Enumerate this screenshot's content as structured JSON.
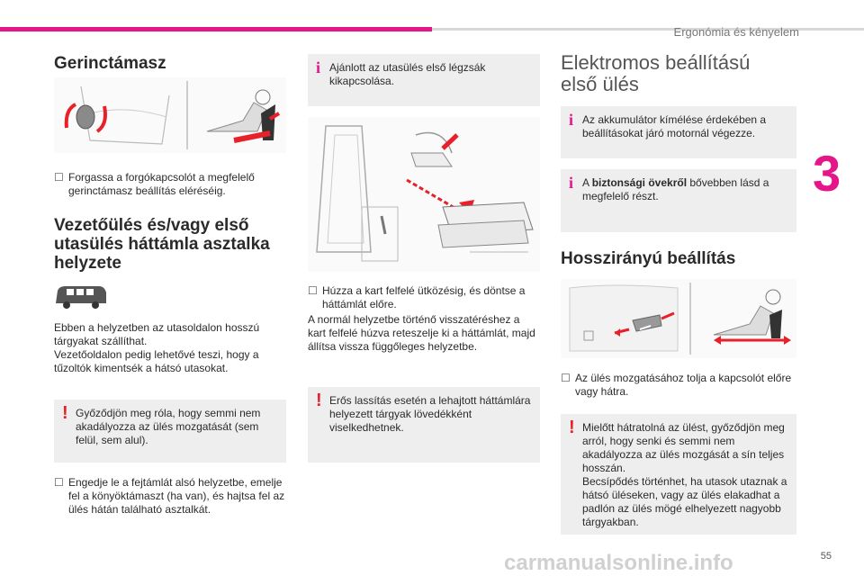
{
  "header": {
    "section": "Ergonómia és kényelem",
    "chapter": "3",
    "page_number": "55"
  },
  "watermark": "carmanualsonline.info",
  "col1": {
    "title1": "Gerinctámasz",
    "bullet1": "Forgassa a forgókapcsolót a megfelelő gerinctámasz beállítás eléréséig.",
    "title2_line1": "Vezetőülés és/vagy első",
    "title2_line2": "utasülés háttámla asztalka",
    "title2_line3": "helyzete",
    "para1": "Ebben a helyzetben az utasoldalon hosszú tárgyakat szállíthat.",
    "para2": "Vezetőoldalon pedig lehetővé teszi, hogy a tűzoltók kimentsék a hátsó utasokat.",
    "warn1": "Győződjön meg róla, hogy semmi nem akadályozza az ülés mozgatását (sem felül, sem alul).",
    "bullet2": "Engedje le a fejtámlát alsó helyzetbe, emelje fel a könyöktámaszt (ha van), és hajtsa fel az ülés hátán található asztalkát."
  },
  "col2": {
    "info1": "Ajánlott az utasülés első légzsák kikapcsolása.",
    "bullet1": "Húzza a kart felfelé ütközésig, és döntse a háttámlát előre.",
    "para1": "A normál helyzetbe történő visszatéréshez a kart felfelé húzva reteszelje ki a háttámlát, majd állítsa vissza függőleges helyzetbe.",
    "warn1": "Erős lassítás esetén a lehajtott háttámlára helyezett tárgyak lövedékként viselkedhetnek."
  },
  "col3": {
    "title1_line1": "Elektromos beállítású",
    "title1_line2": "első ülés",
    "info1": "Az akkumulátor kímélése érdekében a beállításokat járó motornál végezze.",
    "info2_pre": "A ",
    "info2_bold": "biztonsági övekről",
    "info2_post": " bővebben lásd a megfelelő részt.",
    "title2": "Hosszirányú beállítás",
    "bullet1": "Az ülés mozgatásához tolja a kapcsolót előre vagy hátra.",
    "warn1_p1": "Mielőtt hátratolná az ülést, győződjön meg arról, hogy senki és semmi nem akadályozza az ülés mozgását a sín teljes hosszán.",
    "warn1_p2": "Becsípődés történhet, ha utasok utaznak a hátsó üléseken, vagy az ülés elakadhat a padlón az ülés mögé elhelyezett nagyobb tárgyakban."
  },
  "icons": {
    "bullet": "checkbox-bullet-icon",
    "info": "info-icon",
    "warning": "warning-icon"
  },
  "colors": {
    "accent": "#e4168a",
    "warning": "#e8202a",
    "box_bg": "#eeeeee"
  }
}
